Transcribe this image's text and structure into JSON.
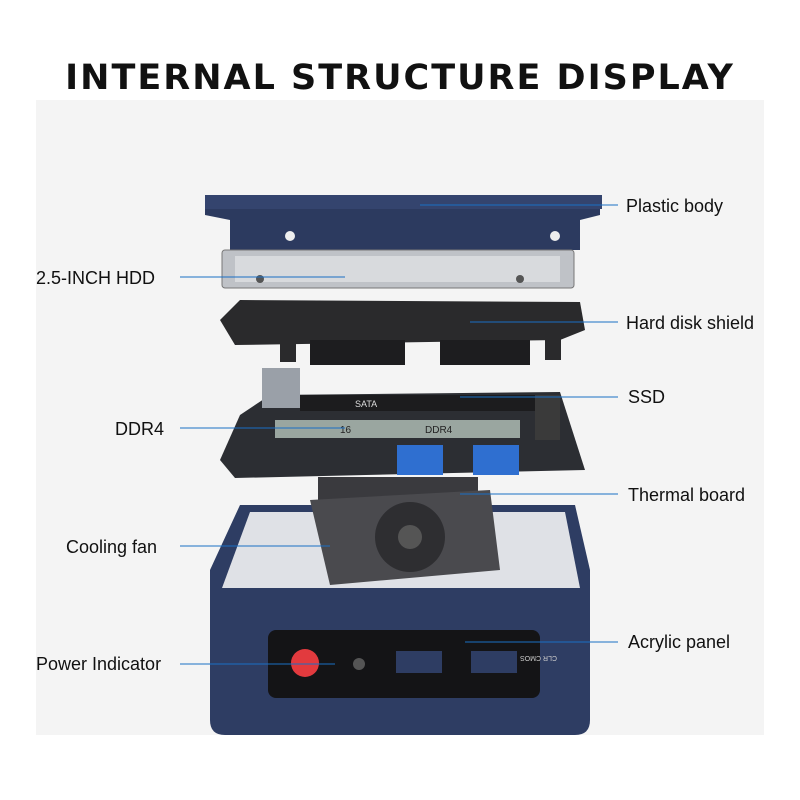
{
  "title": "INTERNAL STRUCTURE DISPLAY",
  "labels": {
    "plastic_body": "Plastic body",
    "hdd": "2.5-INCH HDD",
    "hard_disk_shield": "Hard disk shield",
    "ssd": "SSD",
    "ddr4": "DDR4",
    "thermal_board": "Thermal board",
    "cooling_fan": "Cooling fan",
    "acrylic_panel": "Acrylic panel",
    "power_indicator": "Power Indicator"
  },
  "component_text": {
    "ram": "DDR4",
    "ram_size": "16",
    "ssd": "SATA",
    "clr_cmos": "CLR CMOS"
  },
  "colors": {
    "leader": "#1a6fc4",
    "case": "#2e3d63",
    "power": "#e23a3e"
  }
}
